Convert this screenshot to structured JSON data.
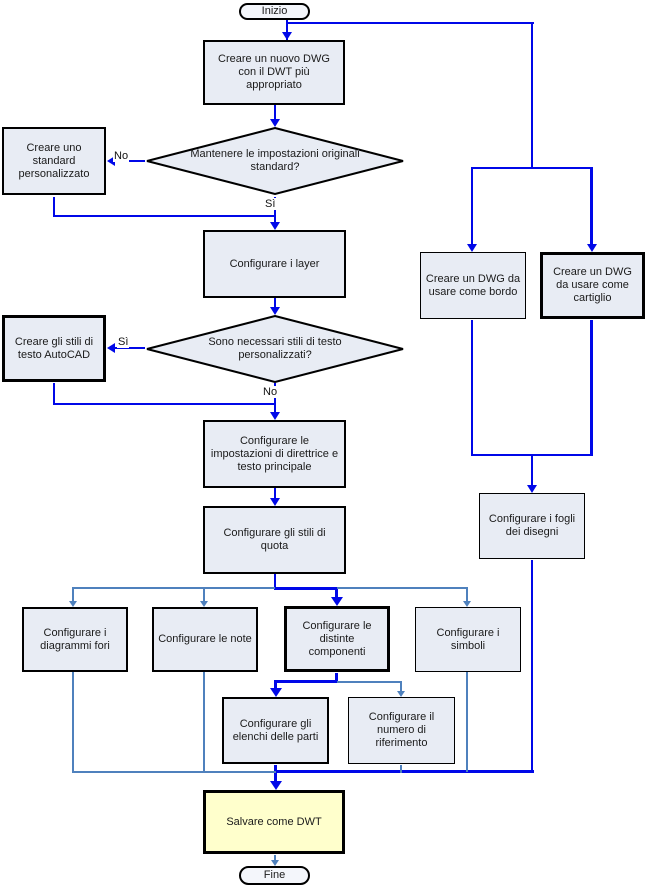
{
  "diagram": {
    "nodes": {
      "start": "Inizio",
      "new_dwg": "Creare un nuovo DWG con il DWT più appropriato",
      "keep_standard_q": "Mantenere le impostazioni originali standard?",
      "custom_standard": "Creare uno standard personalizzato",
      "layers": "Configurare i layer",
      "text_styles_q": "Sono necessari stili di testo personalizzati?",
      "autocad_text_styles": "Creare gli stili di testo AutoCAD",
      "leader_settings": "Configurare le impostazioni di direttrice e testo principale",
      "dim_styles": "Configurare gli stili di quota",
      "border_dwg": "Creare un DWG da usare come bordo",
      "titleblock_dwg": "Creare un DWG da usare come cartiglio",
      "sheets": "Configurare i fogli dei disegni",
      "hole_charts": "Configurare i diagrammi fori",
      "notes": "Configurare le note",
      "boms": "Configurare le distinte componenti",
      "symbols": "Configurare i simboli",
      "parts_lists": "Configurare gli elenchi delle parti",
      "balloons": "Configurare il numero di riferimento",
      "save_dwt": "Salvare come DWT",
      "end": "Fine"
    },
    "labels": {
      "no1": "No",
      "si1": "Sì",
      "si2": "Sì",
      "no2": "No"
    },
    "colors": {
      "flow_line": "#0008e8",
      "branch_line": "#4f81bd",
      "node_fill": "#e8ecf4",
      "save_fill": "#ffffcc",
      "node_border": "#000000"
    }
  }
}
